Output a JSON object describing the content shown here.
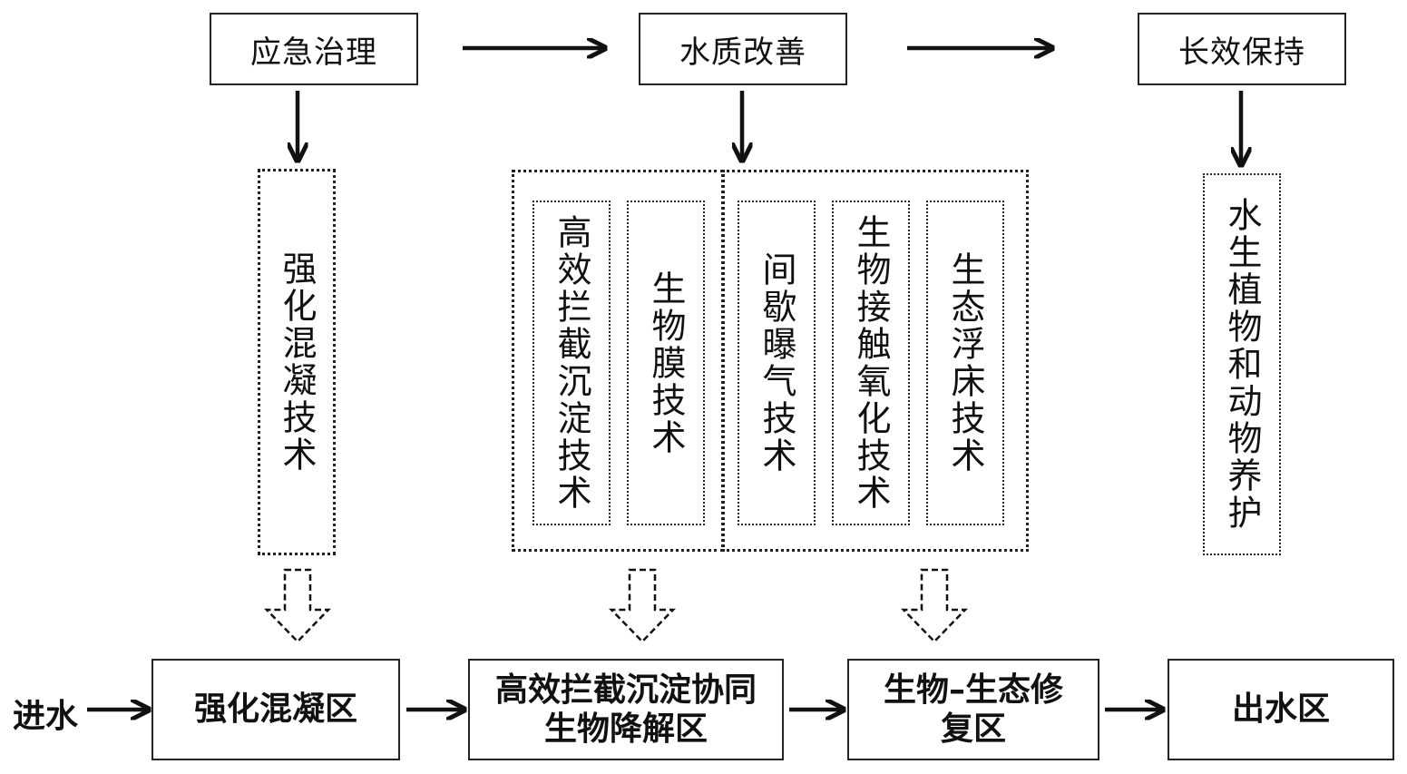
{
  "stages": {
    "emergency": "应急治理",
    "quality": "水质改善",
    "longterm": "长效保持"
  },
  "techs": {
    "coagulation": "强化混凝技术",
    "sedimentation": "高效拦截沉淀技术",
    "biofilm": "生物膜技术",
    "aeration": "间歇曝气技术",
    "contact_oxidation": "生物接触氧化技术",
    "floating_bed": "生态浮床技术",
    "plant_animal": "水生植物和动物养护"
  },
  "zones": {
    "inlet": "进水",
    "coagulation_zone": "强化混凝区",
    "sedimentation_zone": "高效拦截沉淀协同生物降解区",
    "eco_repair_zone": "生物–生态修复区",
    "outlet_zone": "出水区"
  }
}
